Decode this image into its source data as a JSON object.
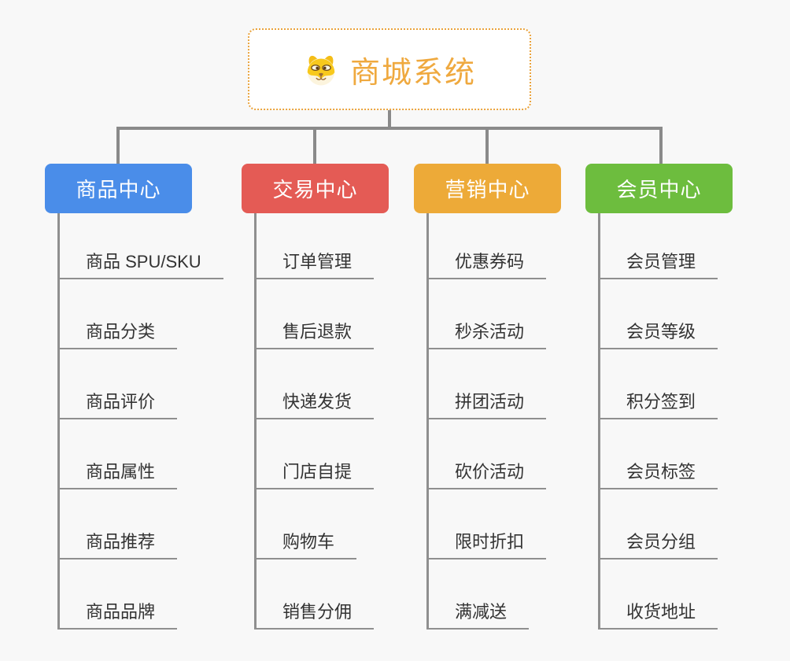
{
  "page": {
    "background": "#f8f8f8",
    "connector_color": "#8a8a8a",
    "leaf_line_color": "#8f8f8f",
    "leaf_text_color": "#333333"
  },
  "root": {
    "title": "商城系统",
    "title_color": "#efa93f",
    "border_color": "#eaa33c",
    "icon": "dog-face-icon"
  },
  "branches": [
    {
      "label": "商品中心",
      "color": "#4a8de9",
      "items": [
        "商品 SPU/SKU",
        "商品分类",
        "商品评价",
        "商品属性",
        "商品推荐",
        "商品品牌"
      ]
    },
    {
      "label": "交易中心",
      "color": "#e45b55",
      "items": [
        "订单管理",
        "售后退款",
        "快递发货",
        "门店自提",
        "购物车",
        "销售分佣"
      ]
    },
    {
      "label": "营销中心",
      "color": "#edaa38",
      "items": [
        "优惠券码",
        "秒杀活动",
        "拼团活动",
        "砍价活动",
        "限时折扣",
        "满减送"
      ]
    },
    {
      "label": "会员中心",
      "color": "#6dbd3e",
      "items": [
        "会员管理",
        "会员等级",
        "积分签到",
        "会员标签",
        "会员分组",
        "收货地址"
      ]
    }
  ]
}
